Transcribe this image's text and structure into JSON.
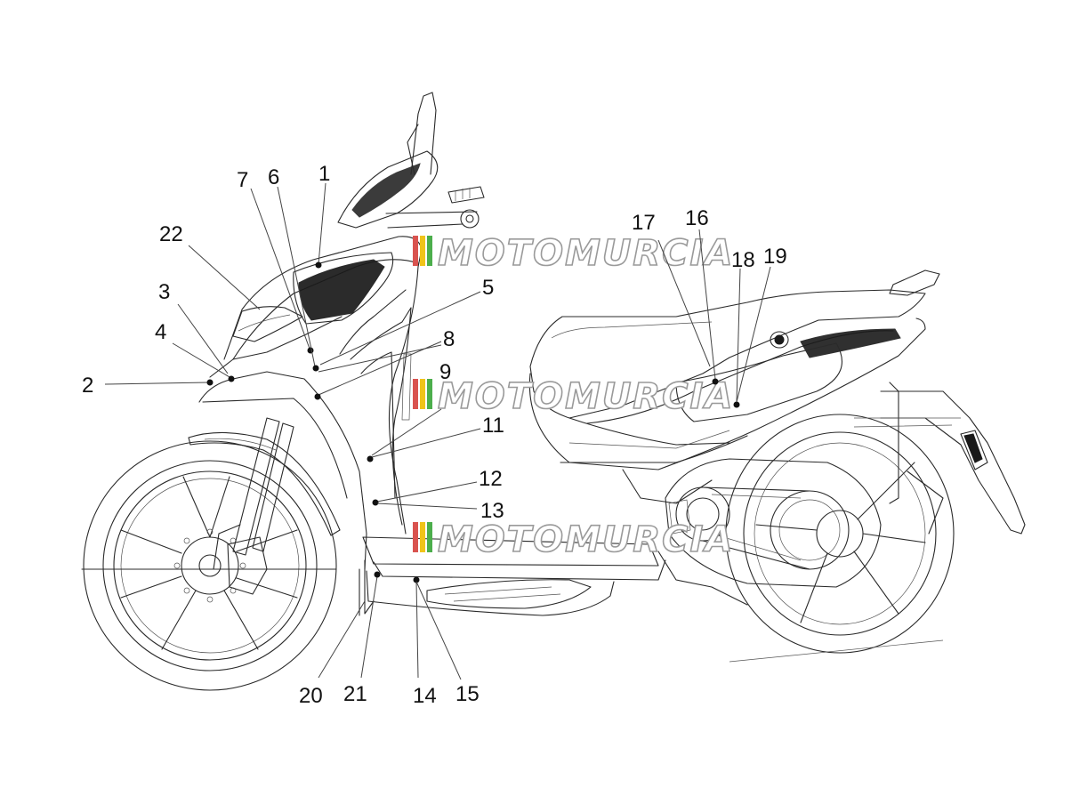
{
  "diagram": {
    "watermark_text": "MOTOMURCIA",
    "watermark_stripe_colors": [
      "#d9534f",
      "#f0c419",
      "#4cae4c",
      "#c0c0c0"
    ],
    "callouts": [
      {
        "id": "1",
        "label": "1"
      },
      {
        "id": "2",
        "label": "2"
      },
      {
        "id": "3",
        "label": "3"
      },
      {
        "id": "4",
        "label": "4"
      },
      {
        "id": "5",
        "label": "5"
      },
      {
        "id": "6",
        "label": "6"
      },
      {
        "id": "7",
        "label": "7"
      },
      {
        "id": "8",
        "label": "8"
      },
      {
        "id": "9",
        "label": "9"
      },
      {
        "id": "11",
        "label": "11"
      },
      {
        "id": "12",
        "label": "12"
      },
      {
        "id": "13",
        "label": "13"
      },
      {
        "id": "14",
        "label": "14"
      },
      {
        "id": "15",
        "label": "15"
      },
      {
        "id": "16",
        "label": "16"
      },
      {
        "id": "17",
        "label": "17"
      },
      {
        "id": "18",
        "label": "18"
      },
      {
        "id": "19",
        "label": "19"
      },
      {
        "id": "20",
        "label": "20"
      },
      {
        "id": "21",
        "label": "21"
      },
      {
        "id": "22",
        "label": "22"
      }
    ]
  }
}
